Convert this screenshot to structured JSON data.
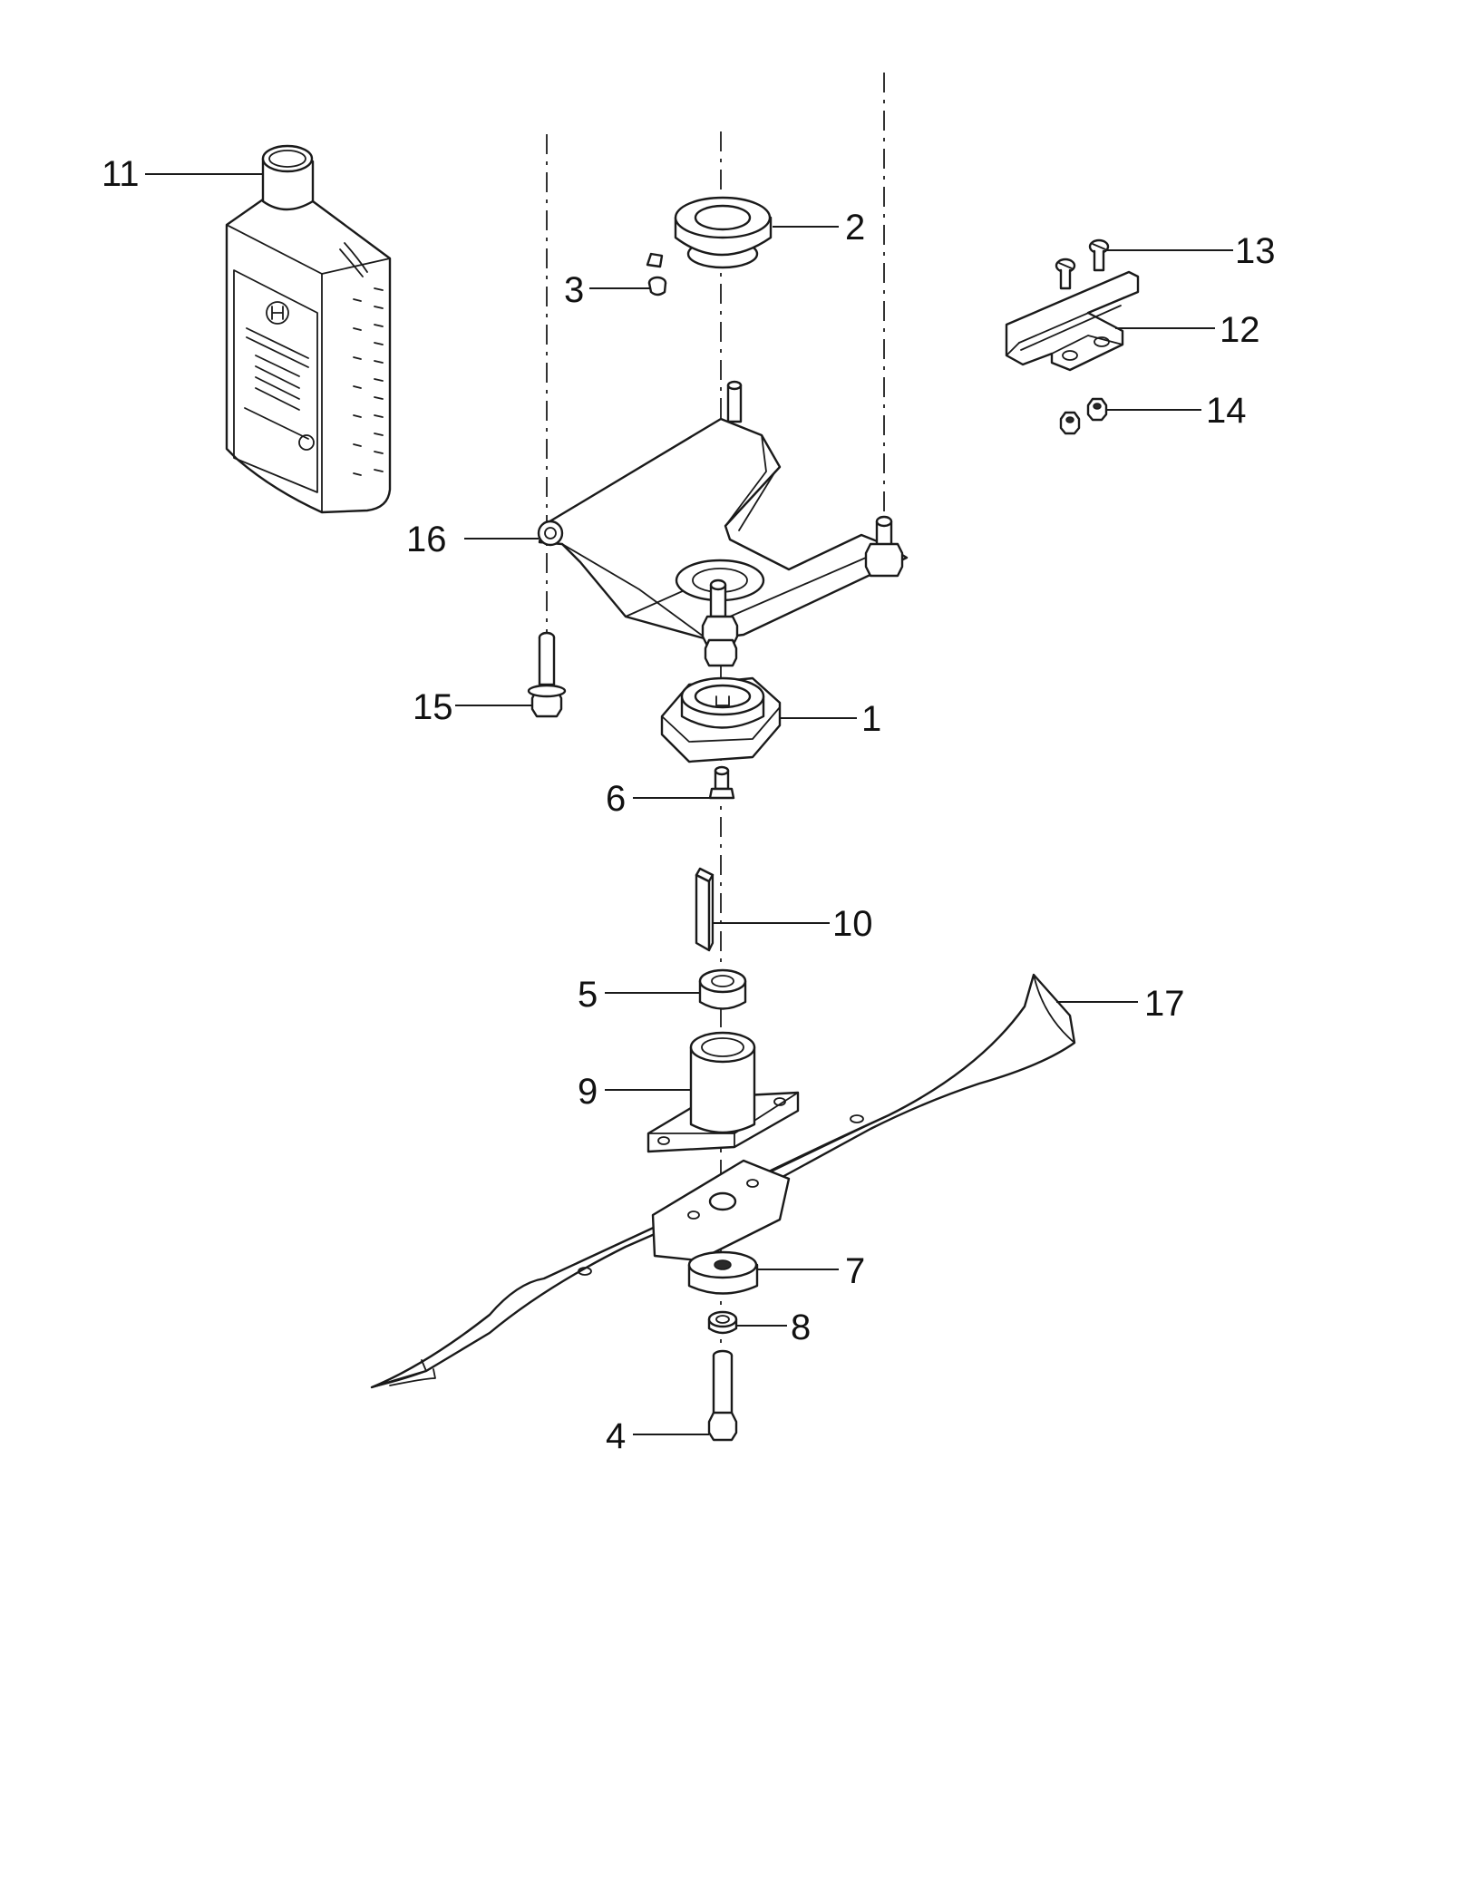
{
  "diagram": {
    "callouts": [
      {
        "id": "11",
        "label": "11"
      },
      {
        "id": "2",
        "label": "2"
      },
      {
        "id": "13",
        "label": "13"
      },
      {
        "id": "3",
        "label": "3"
      },
      {
        "id": "12",
        "label": "12"
      },
      {
        "id": "14",
        "label": "14"
      },
      {
        "id": "16",
        "label": "16"
      },
      {
        "id": "15",
        "label": "15"
      },
      {
        "id": "1",
        "label": "1"
      },
      {
        "id": "6",
        "label": "6"
      },
      {
        "id": "10",
        "label": "10"
      },
      {
        "id": "5",
        "label": "5"
      },
      {
        "id": "17",
        "label": "17"
      },
      {
        "id": "9",
        "label": "9"
      },
      {
        "id": "7",
        "label": "7"
      },
      {
        "id": "8",
        "label": "8"
      },
      {
        "id": "4",
        "label": "4"
      }
    ]
  }
}
